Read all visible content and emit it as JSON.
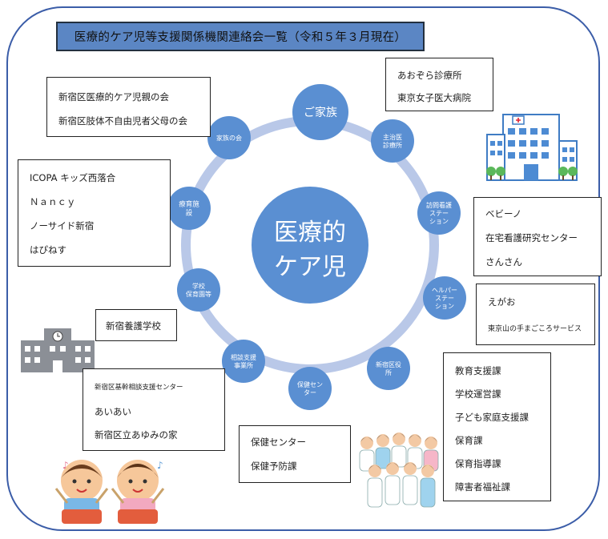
{
  "title": "医療的ケア児等支援関係機関連絡会一覧（令和５年３月現在）",
  "center": {
    "line1": "医療的",
    "line2": "ケア児"
  },
  "ring_nodes": [
    {
      "id": "family",
      "lines": [
        "ご家族"
      ]
    },
    {
      "id": "clinic",
      "lines": [
        "主治医",
        "診療所"
      ]
    },
    {
      "id": "visiting-nursing",
      "lines": [
        "訪問看護",
        "ステー",
        "ション"
      ]
    },
    {
      "id": "helper",
      "lines": [
        "ヘルパー",
        "ステー",
        "ション"
      ]
    },
    {
      "id": "ward-office",
      "lines": [
        "新宿区役",
        "所"
      ]
    },
    {
      "id": "health-center",
      "lines": [
        "保健セン",
        "ター"
      ]
    },
    {
      "id": "consultation",
      "lines": [
        "相談支援",
        "事業所"
      ]
    },
    {
      "id": "school",
      "lines": [
        "学校",
        "保育園等"
      ]
    },
    {
      "id": "rehab",
      "lines": [
        "療育施",
        "設"
      ]
    },
    {
      "id": "family-assoc",
      "lines": [
        "家族の会"
      ]
    }
  ],
  "boxes": {
    "parents_groups": [
      "新宿区医療的ケア児親の会",
      "新宿区肢体不自由児者父母の会"
    ],
    "hospitals": [
      "あおぞら診療所",
      "東京女子医大病院"
    ],
    "rehab_facilities": [
      "ICOPA キッズ西落合",
      "Ｎａｎｃｙ",
      "ノーサイド新宿",
      "はぴねす"
    ],
    "visiting_nursing": [
      "ベビーノ",
      "在宅看護研究センター",
      "さんさん"
    ],
    "school": [
      "新宿養護学校"
    ],
    "helper": [
      "えがお",
      "東京山の手まごころサービス"
    ],
    "consultation": [
      "新宿区基幹相談支援センター",
      "あいあい",
      "新宿区立あゆみの家"
    ],
    "health_center": [
      "保健センター",
      "保健予防課"
    ],
    "ward_office": [
      "教育支援課",
      "学校運営課",
      "子ども家庭支援課",
      "保育課",
      "保育指導課",
      "障害者福祉課"
    ]
  },
  "illustrations": [
    "hospital-building",
    "school-building",
    "children-drummers",
    "medical-staff-group"
  ],
  "colors": {
    "node_fill": "#5a8fd2",
    "ring": "#b9c8e8",
    "title_fill": "#5b86c4",
    "frame": "#3b5da8"
  }
}
